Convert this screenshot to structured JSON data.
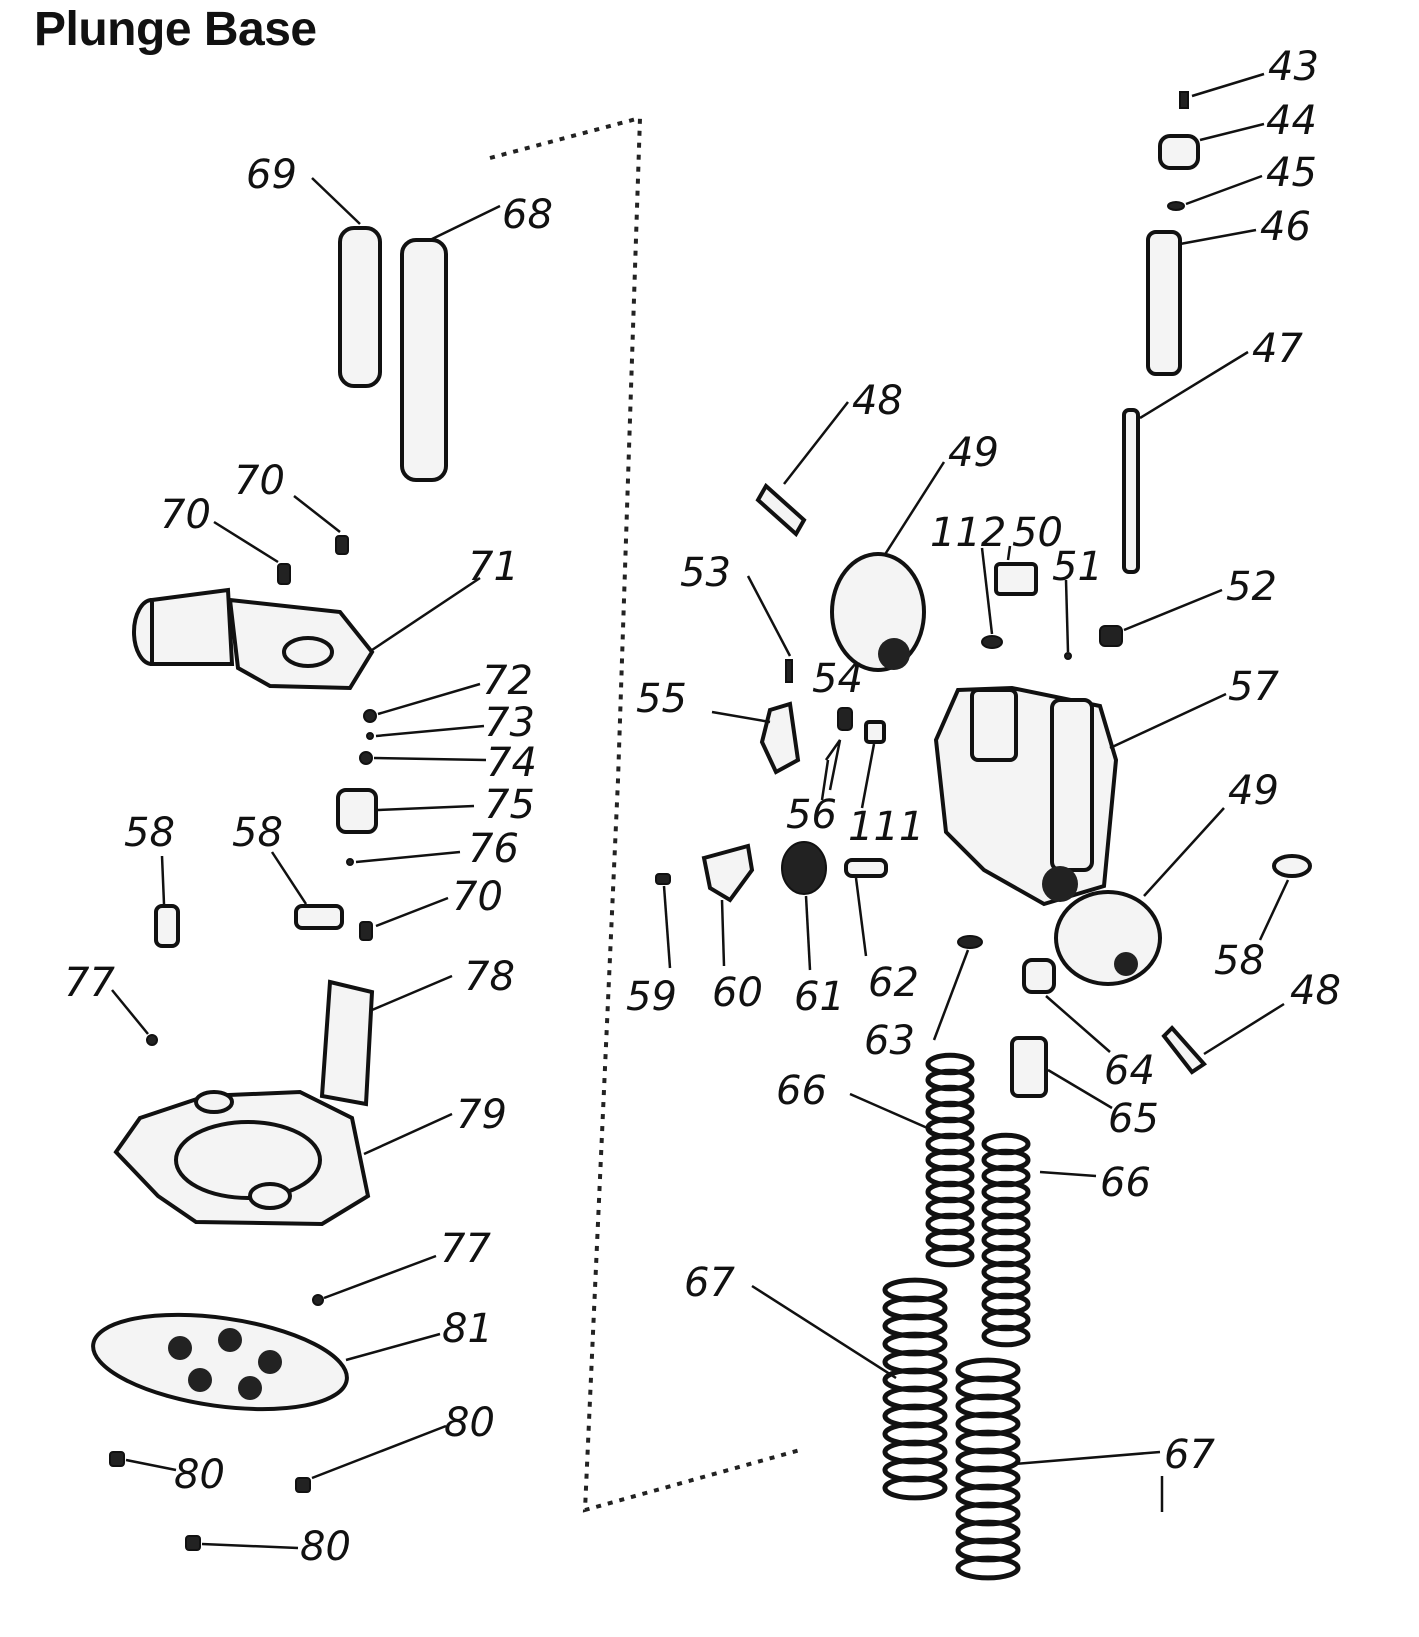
{
  "title": "Plunge Base",
  "labels": {
    "l43": "43",
    "l44": "44",
    "l45": "45",
    "l46": "46",
    "l47": "47",
    "l48a": "48",
    "l48b": "48",
    "l49a": "49",
    "l49b": "49",
    "l50": "50",
    "l51": "51",
    "l52": "52",
    "l53": "53",
    "l54": "54",
    "l55": "55",
    "l56": "56",
    "l57": "57",
    "l58a": "58",
    "l58b": "58",
    "l58c": "58",
    "l59": "59",
    "l60": "60",
    "l61": "61",
    "l62": "62",
    "l63": "63",
    "l64": "64",
    "l65": "65",
    "l66a": "66",
    "l66b": "66",
    "l67a": "67",
    "l67b": "67",
    "l68": "68",
    "l69": "69",
    "l70a": "70",
    "l70b": "70",
    "l70c": "70",
    "l71": "71",
    "l72": "72",
    "l73": "73",
    "l74": "74",
    "l75": "75",
    "l76": "76",
    "l77a": "77",
    "l77b": "77",
    "l78": "78",
    "l79": "79",
    "l80a": "80",
    "l80b": "80",
    "l80c": "80",
    "l81": "81",
    "l111": "111",
    "l112": "112"
  }
}
